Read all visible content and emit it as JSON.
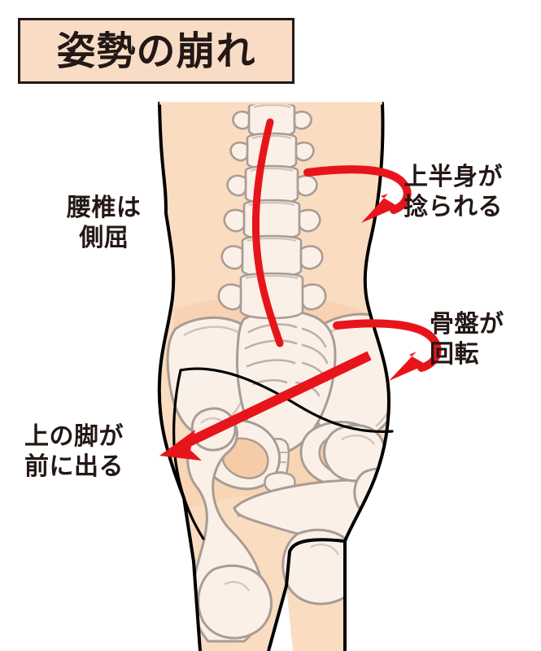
{
  "figure": {
    "title": "姿勢の崩れ",
    "subject": "skewed-posture-anatomy-illustration",
    "colors": {
      "skin": "#FADCC0",
      "skin_shadow": "#F6CBA8",
      "bone": "#FBF0E7",
      "bone_line": "#A89C94",
      "outline": "#000000",
      "arrow_red": "#E7151B",
      "title_bg": "#F9DCC6",
      "title_border": "#231815",
      "text": "#231815"
    }
  },
  "annotations": {
    "lumbar": {
      "text": "腰椎は\n側屈",
      "name": "lumbar-side-bending-label"
    },
    "upper_body": {
      "text": "上半身が\n捻られる",
      "name": "upper-body-twist-label"
    },
    "pelvis": {
      "text": "骨盤が\n回転",
      "name": "pelvis-rotation-label"
    },
    "leg": {
      "text": "上の脚が\n前に出る",
      "name": "upper-leg-forward-label"
    }
  },
  "markers": {
    "spine_curve": "red-curved-line-along-lumbar-spine",
    "upper_body_arrow": "red-hook-arrow-curving-down-left-over-torso",
    "pelvis_arrow": "red-hook-arrow-curving-down-left-over-hip",
    "leg_arrow": "red-straight-arrow-pointing-lower-left",
    "reference_line": "thin-black-curve-across-pelvis"
  }
}
